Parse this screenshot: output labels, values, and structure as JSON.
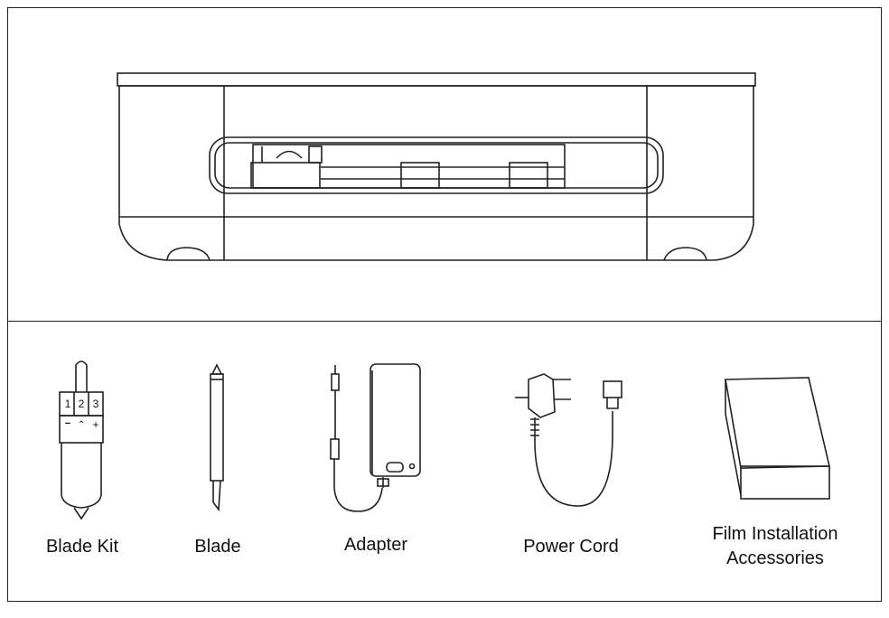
{
  "items": [
    {
      "label": "Blade Kit"
    },
    {
      "label": "Blade"
    },
    {
      "label": "Adapter"
    },
    {
      "label": "Power Cord"
    },
    {
      "label": "Film Installation Accessories",
      "lines": [
        "Film Installation",
        "Accessories"
      ]
    }
  ],
  "blade_kit": {
    "dial": [
      "1",
      "2",
      "3"
    ],
    "controls": {
      "minus": "−",
      "up": "⌃",
      "plus": "+"
    }
  }
}
